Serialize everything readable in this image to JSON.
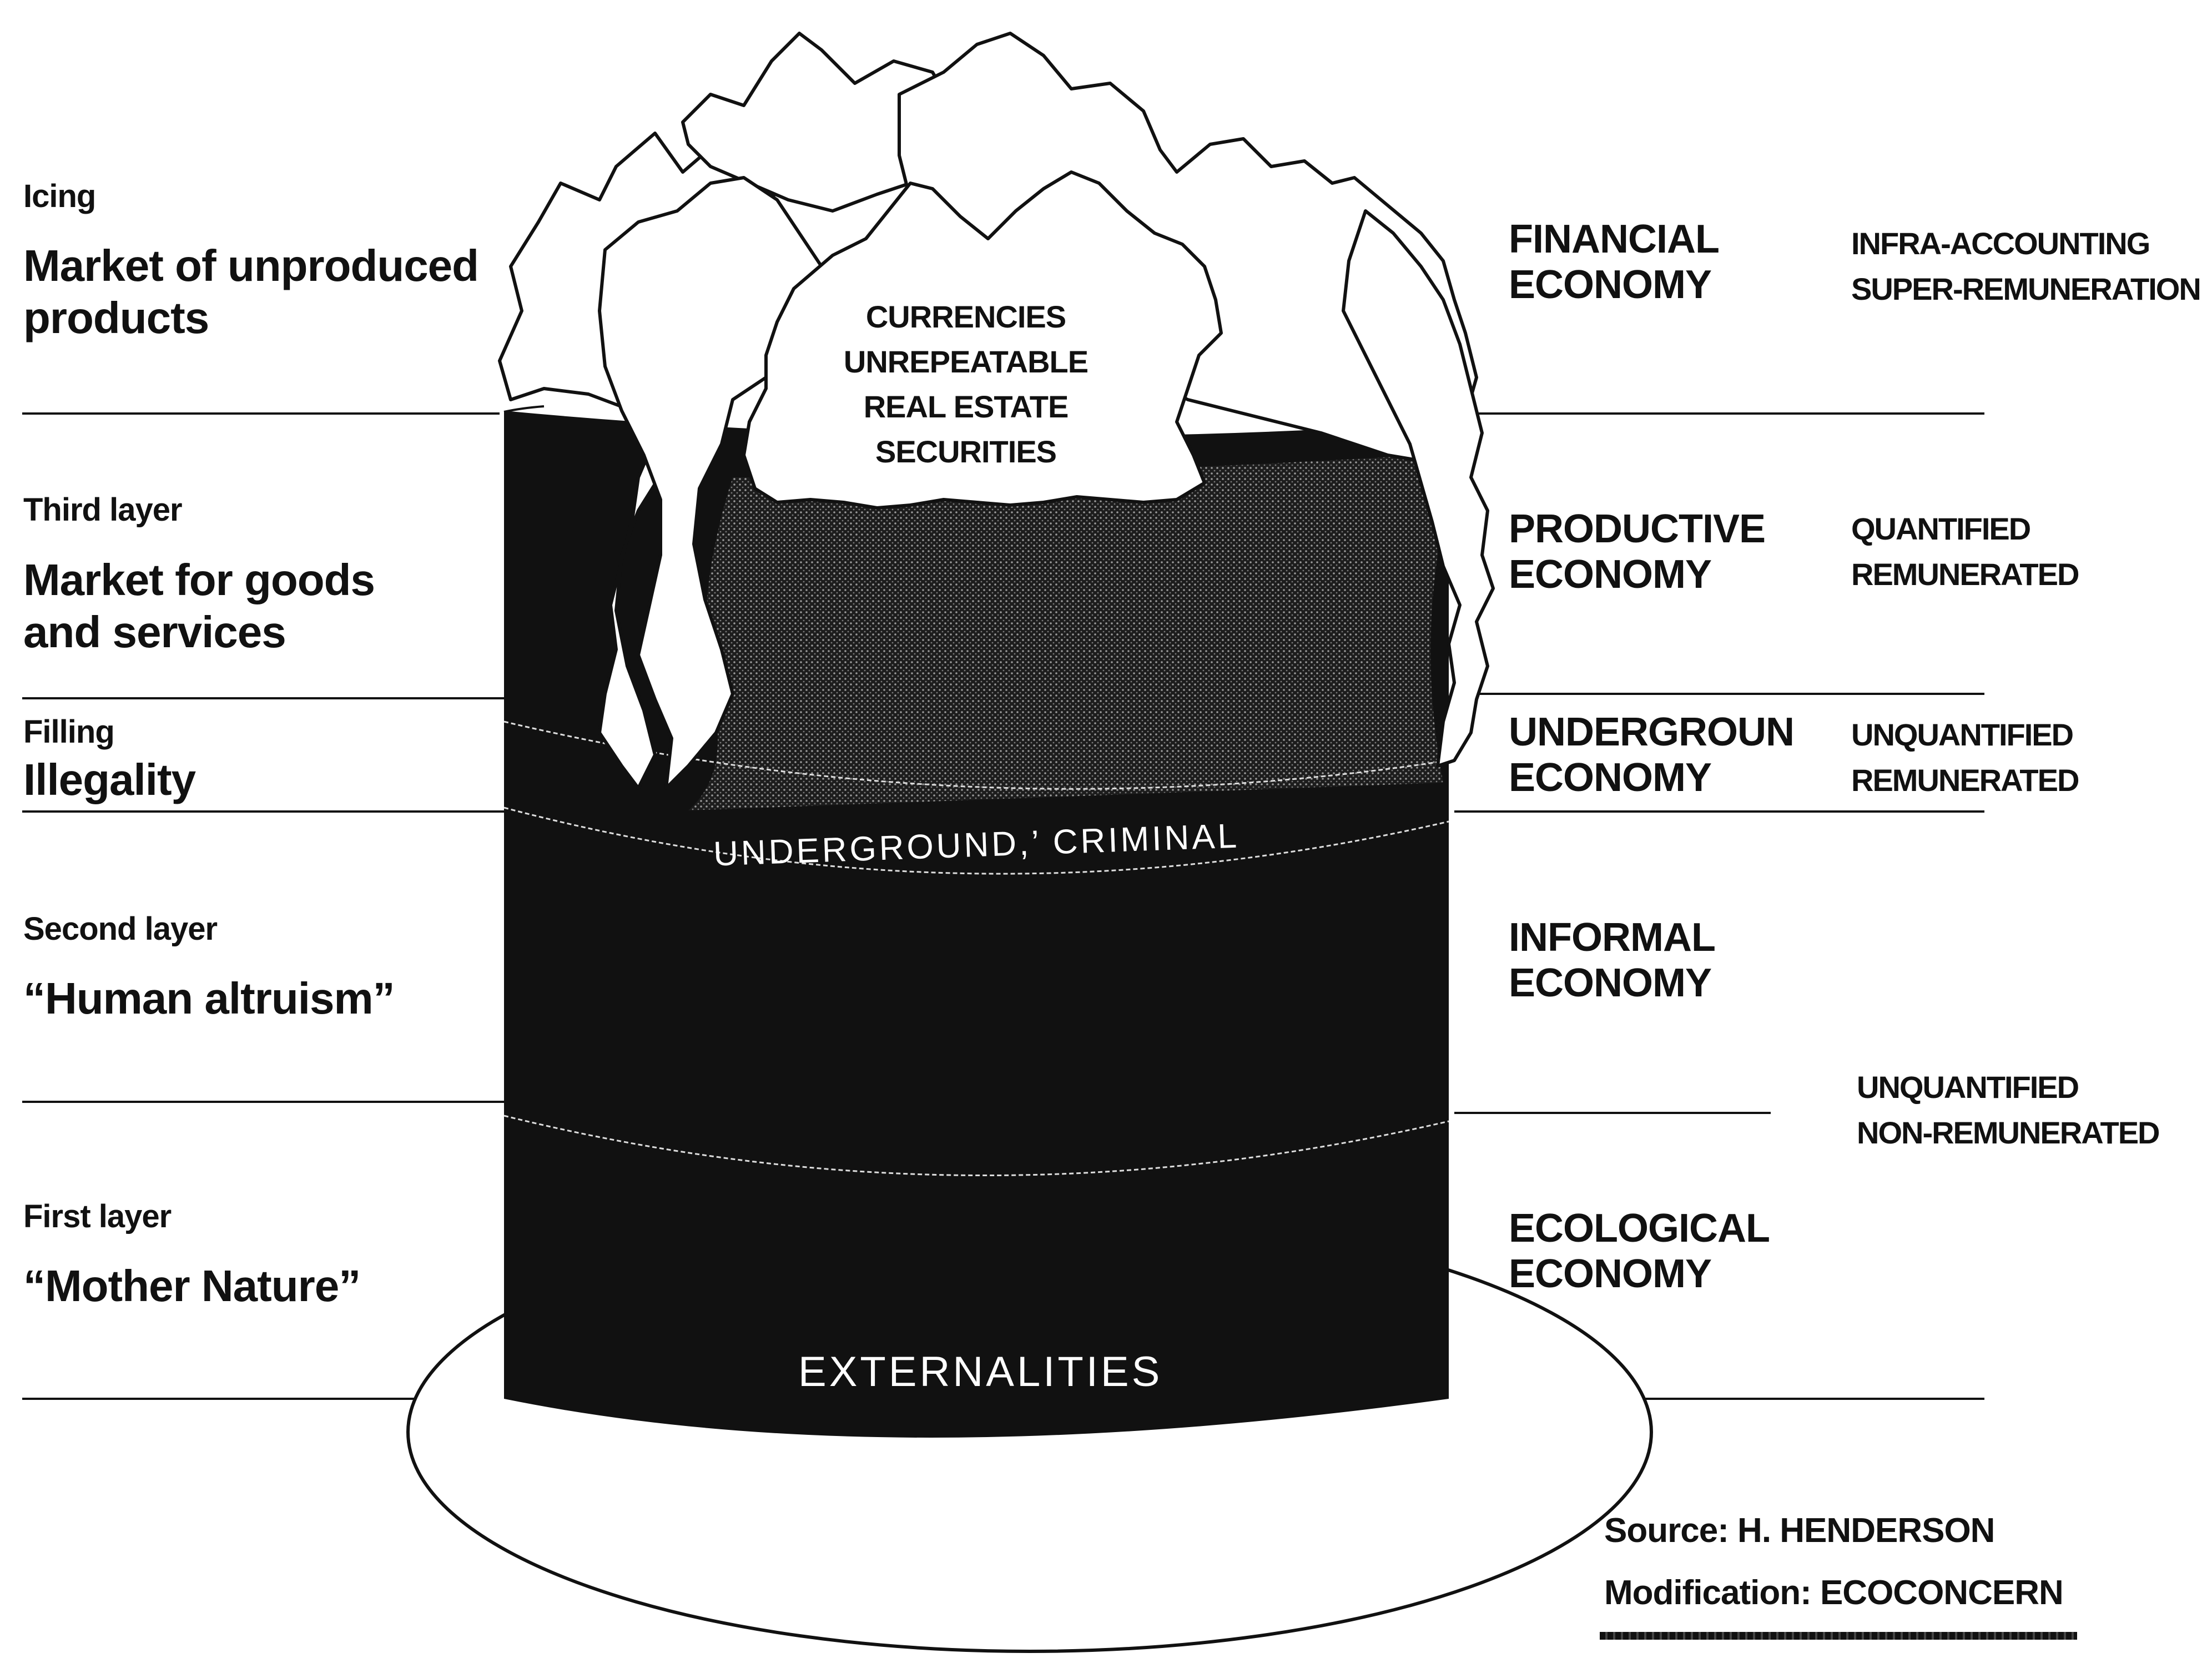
{
  "left": {
    "icing": {
      "title": "Icing",
      "line1": "Market of unproduced",
      "line2": "products"
    },
    "third": {
      "title": "Third layer",
      "line1": "Market for goods",
      "line2": "and services"
    },
    "filling": {
      "title": "Filling",
      "line1": "Illegality"
    },
    "second": {
      "title": "Second layer",
      "line1": "“Human altruism”"
    },
    "first": {
      "title": "First layer",
      "line1": "“Mother Nature”"
    }
  },
  "cake": {
    "cloud_lines": [
      "CURRENCIES",
      "UNREPEATABLE",
      "REAL ESTATE",
      "SECURITIES"
    ],
    "band_label": "UNDERGROUND,’ CRIMINAL",
    "base_label": "EXTERNALITIES",
    "colors": {
      "dark": "#111111",
      "light": "#ffffff"
    }
  },
  "economies": {
    "financial": {
      "line1": "FINANCIAL",
      "line2": "ECONOMY"
    },
    "productive": {
      "line1": "PRODUCTIVE",
      "line2": "ECONOMY"
    },
    "underground": {
      "line1": "UNDERGROUN",
      "line2": "ECONOMY"
    },
    "informal": {
      "line1": "INFORMAL",
      "line2": "ECONOMY"
    },
    "ecological": {
      "line1": "ECOLOGICAL",
      "line2": "ECONOMY"
    }
  },
  "attributes": {
    "financial": {
      "line1": "INFRA-ACCOUNTING",
      "line2": "SUPER-REMUNERATION"
    },
    "productive": {
      "line1": "QUANTIFIED",
      "line2": "REMUNERATED"
    },
    "underground": {
      "line1": "UNQUANTIFIED",
      "line2": "REMUNERATED"
    },
    "nonremunerated": {
      "line1": "UNQUANTIFIED",
      "line2": "NON-REMUNERATED"
    }
  },
  "source": {
    "line1": "Source:  H. HENDERSON",
    "line2": "Modification: ECOCONCERN"
  }
}
